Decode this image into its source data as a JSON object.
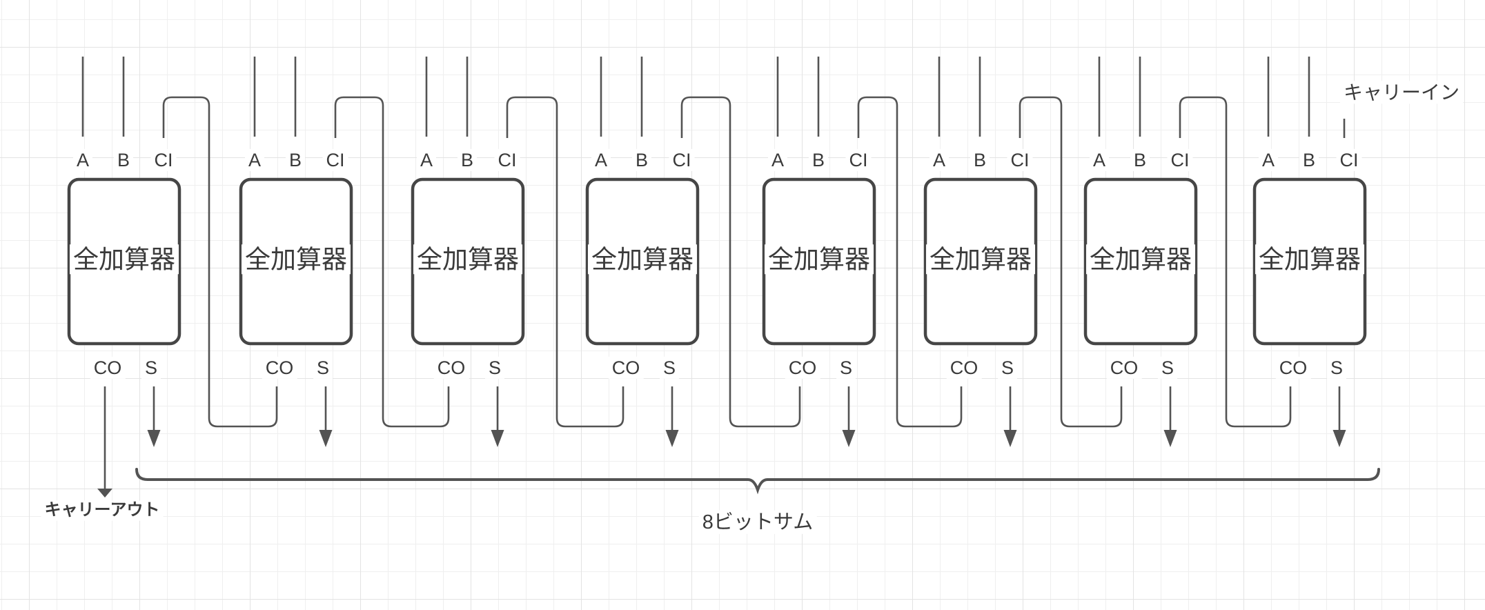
{
  "colors": {
    "background": "#ffffff",
    "grid_minor": "#efefef",
    "grid_major": "#e3e3e3",
    "wire": "#535353",
    "box_border": "#464646",
    "box_fill": "#ffffff",
    "text": "#3a3a3a"
  },
  "diagram": {
    "title_hint": "8-bit ripple carry adder",
    "adders": [
      {
        "label": "全加算器",
        "inputs": [
          "A",
          "B",
          "CI"
        ],
        "outputs": [
          "CO",
          "S"
        ]
      },
      {
        "label": "全加算器",
        "inputs": [
          "A",
          "B",
          "CI"
        ],
        "outputs": [
          "CO",
          "S"
        ]
      },
      {
        "label": "全加算器",
        "inputs": [
          "A",
          "B",
          "CI"
        ],
        "outputs": [
          "CO",
          "S"
        ]
      },
      {
        "label": "全加算器",
        "inputs": [
          "A",
          "B",
          "CI"
        ],
        "outputs": [
          "CO",
          "S"
        ]
      },
      {
        "label": "全加算器",
        "inputs": [
          "A",
          "B",
          "CI"
        ],
        "outputs": [
          "CO",
          "S"
        ]
      },
      {
        "label": "全加算器",
        "inputs": [
          "A",
          "B",
          "CI"
        ],
        "outputs": [
          "CO",
          "S"
        ]
      },
      {
        "label": "全加算器",
        "inputs": [
          "A",
          "B",
          "CI"
        ],
        "outputs": [
          "CO",
          "S"
        ]
      },
      {
        "label": "全加算器",
        "inputs": [
          "A",
          "B",
          "CI"
        ],
        "outputs": [
          "CO",
          "S"
        ]
      }
    ],
    "annotations": {
      "carry_in": "キャリーイン",
      "carry_out": "キャリーアウト",
      "sum_bus": "8ビットサム"
    }
  }
}
